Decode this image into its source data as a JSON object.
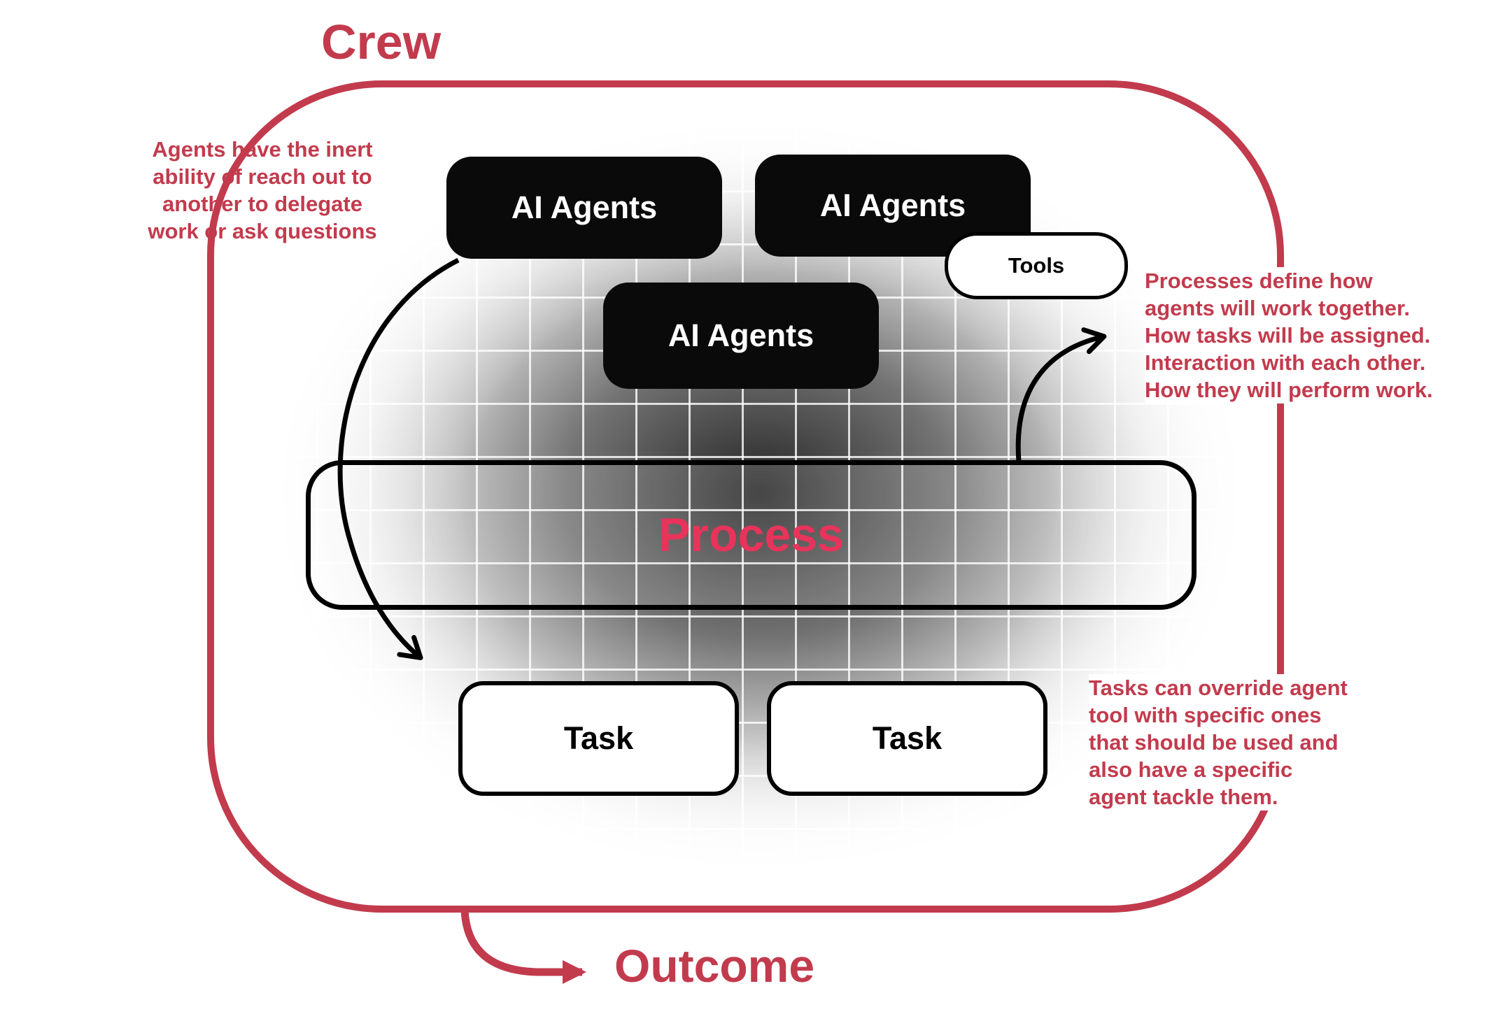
{
  "colors": {
    "accent_crimson": "#c23b4d",
    "process_pink": "#e8335a",
    "box_black": "#0a0a0a",
    "box_white": "#ffffff"
  },
  "titles": {
    "crew": "Crew",
    "outcome": "Outcome"
  },
  "boxes": {
    "agent1": "AI Agents",
    "agent2": "AI Agents",
    "agent3": "AI Agents",
    "tools": "Tools",
    "process": "Process",
    "task1": "Task",
    "task2": "Task"
  },
  "annotations": {
    "left": "Agents have the inert\nability of reach out to\nanother to delegate\nwork or ask questions",
    "right_top": "Processes define how\nagents will work together.\nHow tasks will be assigned.\nInteraction with each other.\nHow they will perform work.",
    "right_bottom": "Tasks can override agent\ntool with specific ones\nthat should be used and\nalso have a specific\nagent tackle them."
  },
  "arrows": [
    {
      "name": "delegate-work-arrow",
      "color": "black"
    },
    {
      "name": "process-definition-arrow",
      "color": "black"
    },
    {
      "name": "outcome-arrow",
      "color": "#c23b4d"
    }
  ]
}
